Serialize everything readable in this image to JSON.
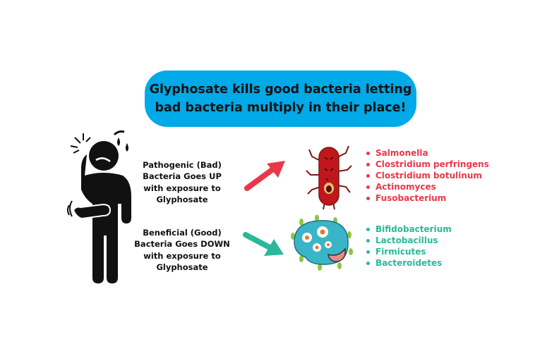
{
  "title": {
    "line1": "Glyphosate kills good bacteria letting",
    "line2": "bad bacteria multiply in their place!"
  },
  "bad": {
    "description": [
      "Pathogenic (Bad)",
      "Bacteria Goes UP",
      "with exposure to",
      "Glyphosate"
    ],
    "bacteria": [
      "Salmonella",
      "Clostridium perfringens",
      "Clostridium botulinum",
      "Actinomyces",
      "Fusobacterium"
    ],
    "color": "#e8394a"
  },
  "good": {
    "description": [
      "Beneficial (Good)",
      "Bacteria Goes DOWN",
      "with exposure to",
      "Glyphosate"
    ],
    "bacteria": [
      "Bifidobacterium",
      "Lactobacillus",
      "Firmicutes",
      "Bacteroidetes"
    ],
    "color": "#2bb89a"
  },
  "colors": {
    "bubble": "#00a9e8"
  },
  "icons": [
    "stomach-ache-person-icon",
    "pathogenic-bacterium-icon",
    "beneficial-bacterium-icon",
    "arrow-up-icon",
    "arrow-down-icon"
  ]
}
